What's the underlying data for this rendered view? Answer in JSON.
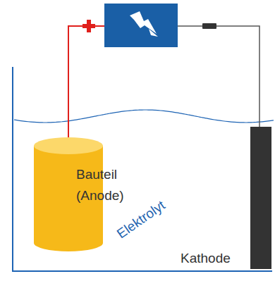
{
  "diagram": {
    "nodes": [
      {
        "text": [
          "Bauteil (Anode)"
        ]
      },
      {
        "text": [
          "Kathode"
        ]
      }
    ],
    "labels": [
      "Elektrolyt"
    ]
  }
}
